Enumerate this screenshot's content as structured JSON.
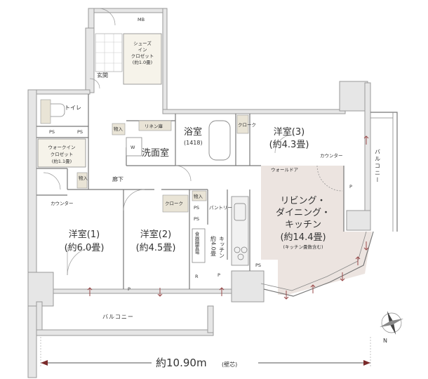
{
  "labels": {
    "mb": "MB",
    "shoes_closet": [
      "シューズ",
      "イン",
      "クロゼット",
      "(約1.0畳)"
    ],
    "entrance": "玄関",
    "toilet": "トイレ",
    "ps": "PS",
    "walkin_closet": [
      "ウォークイン",
      "クロゼット",
      "(約1.1畳)"
    ],
    "storage": "物入",
    "linen": "リネン庫",
    "w": "W",
    "washroom": "洗面室",
    "bath": "浴室",
    "bath_size": "(1418)",
    "closet": "クローク",
    "room3": "洋室(3)",
    "room3_size": "(約4.3畳)",
    "counter": "カウンター",
    "wall_door": "ウォールドア",
    "balcony_right": "バルコニー",
    "p": "P",
    "corridor": "廊下",
    "pantry": "パントリー",
    "living": [
      "リビング・",
      "ダイニング・",
      "キッチン"
    ],
    "living_size": "(約14.4畳)",
    "living_note": "(キッチン畳数含む)",
    "room1": "洋室(1)",
    "room1_size": "(約6.0畳)",
    "room2": "洋室(2)",
    "room2_size": "(約4.5畳)",
    "dish_storage": "食器棚置場",
    "kitchen_v": "キッチン",
    "kitchen_size_v": "約4.0畳",
    "r": "R",
    "balcony_bottom": "バルコニー",
    "width": "約10.90m",
    "width_note": "(壁芯)",
    "north": "N"
  },
  "colors": {
    "living_fill": "#ece4e0",
    "wall": "#e6e6e6",
    "closet_fill": "#e9e4d6",
    "arrow": "#9a4a4a"
  }
}
